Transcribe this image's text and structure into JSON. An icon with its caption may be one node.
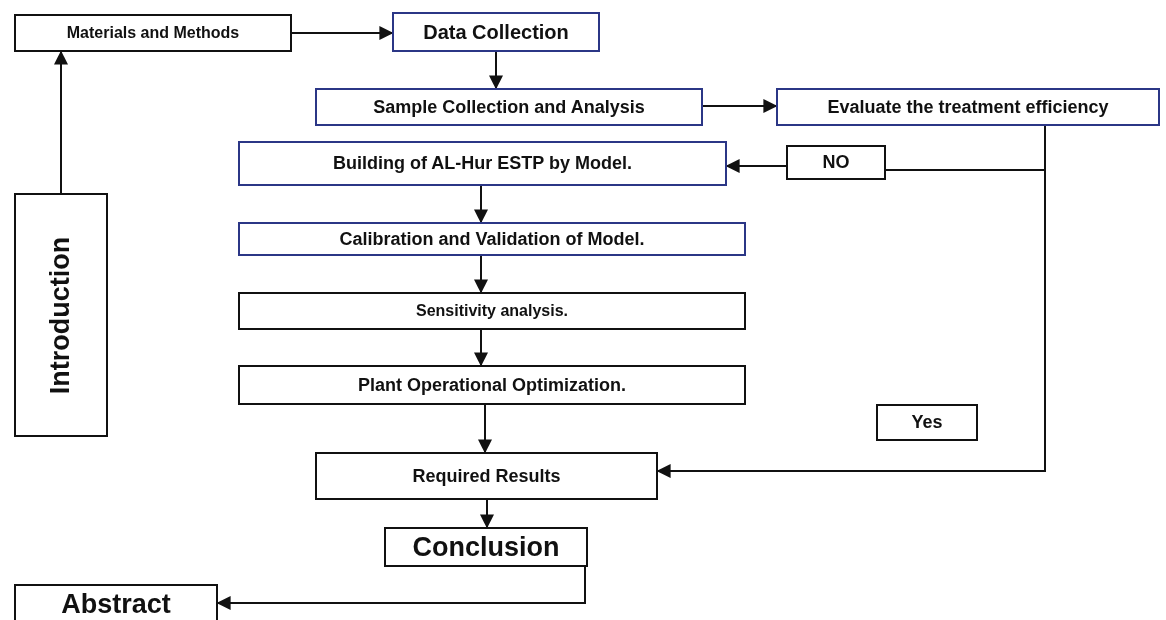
{
  "diagram": {
    "nodes": [
      {
        "text": [
          "Introduction"
        ]
      },
      {
        "text": [
          "Materials and Methods"
        ]
      },
      {
        "text": [
          "Data Collection"
        ]
      },
      {
        "text": [
          "Sample Collection and Analysis"
        ]
      },
      {
        "text": [
          "Evaluate the treatment efficiency"
        ]
      },
      {
        "text": [
          "Building of AL-Hur ESTP by Model."
        ]
      },
      {
        "text": [
          "NO"
        ]
      },
      {
        "text": [
          "Calibration and Validation of Model."
        ]
      },
      {
        "text": [
          "Sensitivity analysis."
        ]
      },
      {
        "text": [
          "Plant Operational Optimization."
        ]
      },
      {
        "text": [
          "Yes"
        ]
      },
      {
        "text": [
          "Required Results"
        ]
      },
      {
        "text": [
          "Conclusion"
        ]
      },
      {
        "text": [
          "Abstract"
        ]
      }
    ],
    "edges": [
      {
        "from": 0,
        "to": 1,
        "arrow": "to"
      },
      {
        "from": 1,
        "to": 2,
        "arrow": "to"
      },
      {
        "from": 2,
        "to": 3,
        "arrow": "to"
      },
      {
        "from": 3,
        "to": 4,
        "arrow": "to"
      },
      {
        "from": 4,
        "to": 6,
        "arrow": "none"
      },
      {
        "from": 6,
        "to": 5,
        "arrow": "to"
      },
      {
        "from": 5,
        "to": 7,
        "arrow": "to"
      },
      {
        "from": 7,
        "to": 8,
        "arrow": "to"
      },
      {
        "from": 8,
        "to": 9,
        "arrow": "to"
      },
      {
        "from": 9,
        "to": 11,
        "arrow": "to"
      },
      {
        "from": 4,
        "to": 11,
        "arrow": "to"
      },
      {
        "from": 11,
        "to": 12,
        "arrow": "to"
      },
      {
        "from": 12,
        "to": 13,
        "arrow": "to"
      }
    ]
  }
}
